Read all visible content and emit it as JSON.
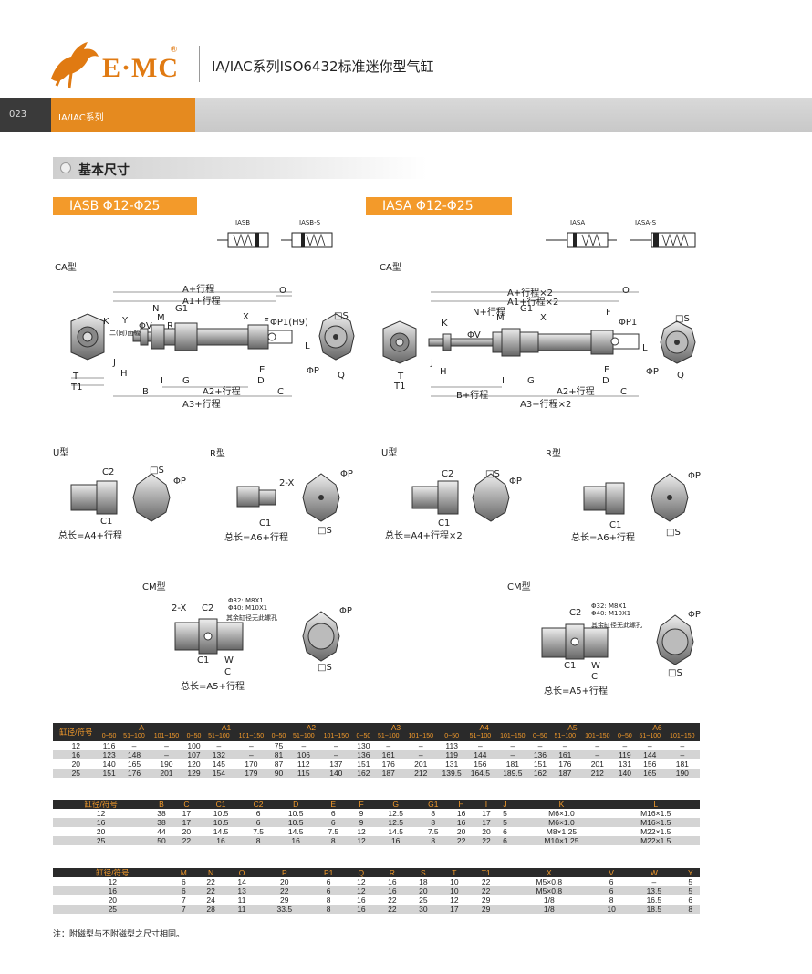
{
  "header": {
    "brand": "E·MC",
    "registered": "®",
    "title": "IA/IAC系列ISO6432标准迷你型气缸",
    "page_number": "023",
    "series_tab": "IA/IAC系列"
  },
  "section": {
    "title": "基本尺寸"
  },
  "left_model": {
    "tag": "IASB  Φ12-Φ25",
    "symbol_labels": [
      "IASB",
      "IASB-S"
    ],
    "ca_label": "CA型",
    "u_label": "U型",
    "r_label": "R型",
    "cm_label": "CM型",
    "dims": {
      "a": "A+行程",
      "a1": "A1+行程",
      "a2": "A2+行程",
      "a3": "A3+行程",
      "o": "O",
      "n": "N",
      "g1": "G1",
      "m": "M",
      "k": "K",
      "y": "Y",
      "x": "X",
      "f": "F",
      "p1": "ΦP1(H9)",
      "s": "□S",
      "l": "L",
      "p": "ΦP",
      "q": "Q",
      "e": "E",
      "d": "D",
      "c": "C",
      "b": "B",
      "i": "I",
      "g": "G",
      "h": "H",
      "j": "J",
      "t": "T",
      "t1": "T1",
      "v": "ΦV",
      "r": "R",
      "flat": "二(同)面幅"
    },
    "u": {
      "c2": "C2",
      "c1": "C1",
      "s": "□S",
      "p": "ΦP",
      "total": "总长=A4+行程"
    },
    "r": {
      "x": "2-X",
      "c1": "C1",
      "s": "□S",
      "p": "ΦP",
      "total": "总长=A6+行程"
    },
    "cm": {
      "x": "2-X",
      "c2": "C2",
      "c1": "C1",
      "w": "W",
      "c": "C",
      "p": "ΦP",
      "s": "□S",
      "thread1": "Φ32: M8X1",
      "thread2": "Φ40: M10X1",
      "thread_note": "其余缸径无此螺孔",
      "total": "总长=A5+行程"
    }
  },
  "right_model": {
    "tag": "IASA  Φ12-Φ25",
    "symbol_labels": [
      "IASA",
      "IASA-S"
    ],
    "ca_label": "CA型",
    "u_label": "U型",
    "r_label": "R型",
    "cm_label": "CM型",
    "dims": {
      "a": "A+行程×2",
      "a1": "A1+行程×2",
      "n": "N+行程",
      "b": "B+行程",
      "a2": "A2+行程",
      "a3": "A3+行程×2",
      "o": "O",
      "g1": "G1",
      "m": "M",
      "k": "K",
      "x": "X",
      "f": "F",
      "p1": "ΦP1",
      "s": "□S",
      "l": "L",
      "p": "ΦP",
      "q": "Q",
      "e": "E",
      "d": "D",
      "c": "C",
      "i": "I",
      "g": "G",
      "h": "H",
      "j": "J",
      "t": "T",
      "t1": "T1",
      "v": "ΦV"
    },
    "u": {
      "c2": "C2",
      "c1": "C1",
      "s": "□S",
      "p": "ΦP",
      "total": "总长=A4+行程×2"
    },
    "r": {
      "c1": "C1",
      "s": "□S",
      "p": "ΦP",
      "total": "总长=A6+行程"
    },
    "cm": {
      "c2": "C2",
      "c1": "C1",
      "w": "W",
      "c": "C",
      "p": "ΦP",
      "s": "□S",
      "thread1": "Φ32: M8X1",
      "thread2": "Φ40: M10X1",
      "thread_note": "其余缸径无此螺孔",
      "total": "总长=A5+行程"
    }
  },
  "table1": {
    "key_header": "缸径/符号",
    "groups": [
      "A",
      "A1",
      "A2",
      "A3",
      "A4",
      "A5",
      "A6"
    ],
    "sub": [
      "0~50",
      "51~100",
      "101~150"
    ],
    "rows": [
      [
        "12",
        "116",
        "–",
        "–",
        "100",
        "–",
        "–",
        "75",
        "–",
        "–",
        "130",
        "–",
        "–",
        "113",
        "–",
        "–",
        "–",
        "–",
        "–",
        "–",
        "–",
        "–"
      ],
      [
        "16",
        "123",
        "148",
        "–",
        "107",
        "132",
        "–",
        "81",
        "106",
        "–",
        "136",
        "161",
        "–",
        "119",
        "144",
        "–",
        "136",
        "161",
        "–",
        "119",
        "144",
        "–"
      ],
      [
        "20",
        "140",
        "165",
        "190",
        "120",
        "145",
        "170",
        "87",
        "112",
        "137",
        "151",
        "176",
        "201",
        "131",
        "156",
        "181",
        "151",
        "176",
        "201",
        "131",
        "156",
        "181"
      ],
      [
        "25",
        "151",
        "176",
        "201",
        "129",
        "154",
        "179",
        "90",
        "115",
        "140",
        "162",
        "187",
        "212",
        "139.5",
        "164.5",
        "189.5",
        "162",
        "187",
        "212",
        "140",
        "165",
        "190"
      ]
    ]
  },
  "table2": {
    "headers": [
      "缸径/符号",
      "B",
      "C",
      "C1",
      "C2",
      "D",
      "E",
      "F",
      "G",
      "G1",
      "H",
      "I",
      "J",
      "K",
      "L"
    ],
    "rows": [
      [
        "12",
        "38",
        "17",
        "10.5",
        "6",
        "10.5",
        "6",
        "9",
        "12.5",
        "8",
        "16",
        "17",
        "5",
        "M6×1.0",
        "M16×1.5"
      ],
      [
        "16",
        "38",
        "17",
        "10.5",
        "6",
        "10.5",
        "6",
        "9",
        "12.5",
        "8",
        "16",
        "17",
        "5",
        "M6×1.0",
        "M16×1.5"
      ],
      [
        "20",
        "44",
        "20",
        "14.5",
        "7.5",
        "14.5",
        "7.5",
        "12",
        "14.5",
        "7.5",
        "20",
        "20",
        "6",
        "M8×1.25",
        "M22×1.5"
      ],
      [
        "25",
        "50",
        "22",
        "16",
        "8",
        "16",
        "8",
        "12",
        "16",
        "8",
        "22",
        "22",
        "6",
        "M10×1.25",
        "M22×1.5"
      ]
    ]
  },
  "table3": {
    "headers": [
      "缸径/符号",
      "M",
      "N",
      "O",
      "P",
      "P1",
      "Q",
      "R",
      "S",
      "T",
      "T1",
      "X",
      "V",
      "W",
      "Y"
    ],
    "rows": [
      [
        "12",
        "6",
        "22",
        "14",
        "20",
        "6",
        "12",
        "16",
        "18",
        "10",
        "22",
        "M5×0.8",
        "6",
        "–",
        "5"
      ],
      [
        "16",
        "6",
        "22",
        "13",
        "22",
        "6",
        "12",
        "16",
        "20",
        "10",
        "22",
        "M5×0.8",
        "6",
        "13.5",
        "5"
      ],
      [
        "20",
        "7",
        "24",
        "11",
        "29",
        "8",
        "16",
        "22",
        "25",
        "12",
        "29",
        "1/8",
        "8",
        "16.5",
        "6"
      ],
      [
        "25",
        "7",
        "28",
        "11",
        "33.5",
        "8",
        "16",
        "22",
        "30",
        "17",
        "29",
        "1/8",
        "10",
        "18.5",
        "8"
      ]
    ]
  },
  "note": "注：附磁型与不附磁型之尺寸相同。",
  "colors": {
    "accent": "#f39a2a",
    "dark": "#2a2a2a",
    "stripe": "#d4d4d4"
  },
  "icons": [
    "horse-logo-icon",
    "cylinder-symbol-icon",
    "hex-end-view-icon"
  ]
}
